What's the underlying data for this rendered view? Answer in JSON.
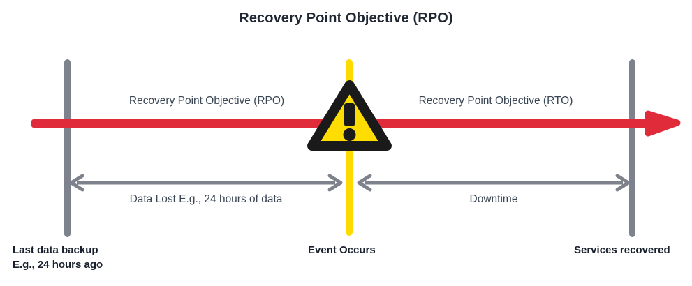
{
  "title": "Recovery Point Objective (RPO)",
  "colors": {
    "red": "#E02B3B",
    "yellow": "#FFDA00",
    "gray": "#7d828c",
    "text_dark": "#17202c",
    "text_body": "#3b4654"
  },
  "spans": {
    "left_label": "Recovery Point Objective (RPO)",
    "right_label": "Recovery Point Objective (RTO)"
  },
  "measures": {
    "left_label": "Data Lost E.g., 24 hours of data",
    "right_label": "Downtime"
  },
  "endpoints": {
    "backup_line1": "Last data backup",
    "backup_line2": "E.g., 24 hours ago",
    "event": "Event Occurs",
    "recovered": "Services recovered"
  },
  "icons": {
    "warning": "warning-triangle-icon",
    "timeline_arrow": "red-right-arrow-icon"
  }
}
